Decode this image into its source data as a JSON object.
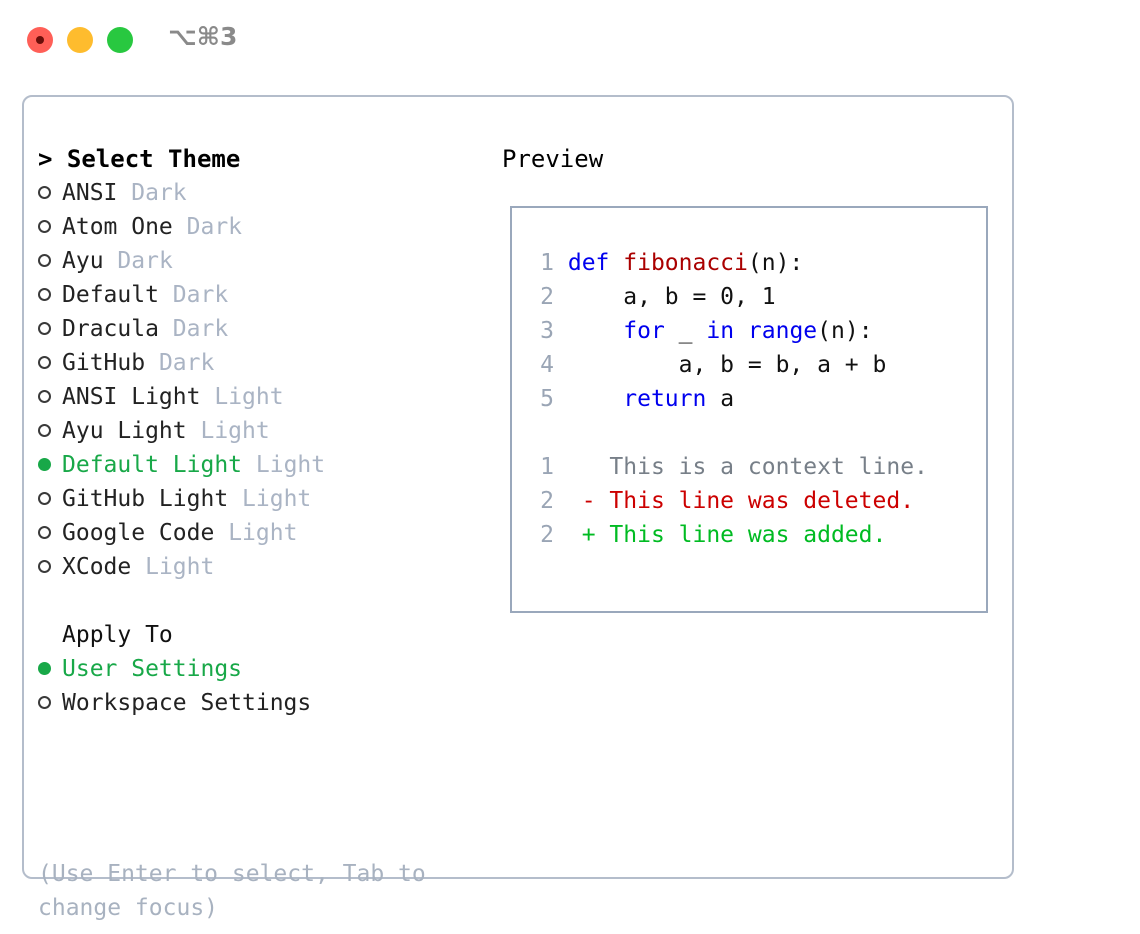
{
  "titlebar": {
    "shortcut": "⌥⌘3",
    "buttons": [
      {
        "name": "close",
        "color": "#ff5f57"
      },
      {
        "name": "minimize",
        "color": "#febc2e"
      },
      {
        "name": "maximize",
        "color": "#28c840"
      }
    ]
  },
  "theme_picker": {
    "header": "> Select Theme",
    "items": [
      {
        "label": "ANSI",
        "badge": "Dark",
        "selected": false
      },
      {
        "label": "Atom One",
        "badge": "Dark",
        "selected": false
      },
      {
        "label": "Ayu",
        "badge": "Dark",
        "selected": false
      },
      {
        "label": "Default",
        "badge": "Dark",
        "selected": false
      },
      {
        "label": "Dracula",
        "badge": "Dark",
        "selected": false
      },
      {
        "label": "GitHub",
        "badge": "Dark",
        "selected": false
      },
      {
        "label": "ANSI Light",
        "badge": "Light",
        "selected": false
      },
      {
        "label": "Ayu Light",
        "badge": "Light",
        "selected": false
      },
      {
        "label": "Default Light",
        "badge": "Light",
        "selected": true
      },
      {
        "label": "GitHub Light",
        "badge": "Light",
        "selected": false
      },
      {
        "label": "Google Code",
        "badge": "Light",
        "selected": false
      },
      {
        "label": "XCode",
        "badge": "Light",
        "selected": false
      }
    ]
  },
  "apply_to": {
    "header": "Apply To",
    "items": [
      {
        "label": "User Settings",
        "selected": true
      },
      {
        "label": "Workspace Settings",
        "selected": false
      }
    ]
  },
  "hint": "(Use Enter to select, Tab to change focus)",
  "preview": {
    "title": "Preview",
    "code_lines": [
      {
        "num": "1",
        "tokens": [
          {
            "t": "def ",
            "k": "kw"
          },
          {
            "t": "fibonacci",
            "k": "fn"
          },
          {
            "t": "(n):",
            "k": "plain"
          }
        ]
      },
      {
        "num": "2",
        "tokens": [
          {
            "t": "    a, b = 0, 1",
            "k": "plain"
          }
        ]
      },
      {
        "num": "3",
        "tokens": [
          {
            "t": "    ",
            "k": "plain"
          },
          {
            "t": "for",
            "k": "kw"
          },
          {
            "t": " _ ",
            "k": "plain"
          },
          {
            "t": "in",
            "k": "kw"
          },
          {
            "t": " ",
            "k": "plain"
          },
          {
            "t": "range",
            "k": "kw"
          },
          {
            "t": "(n):",
            "k": "plain"
          }
        ]
      },
      {
        "num": "4",
        "tokens": [
          {
            "t": "        a, b = b, a + b",
            "k": "plain"
          }
        ]
      },
      {
        "num": "5",
        "tokens": [
          {
            "t": "    ",
            "k": "plain"
          },
          {
            "t": "return",
            "k": "kw"
          },
          {
            "t": " a",
            "k": "plain"
          }
        ]
      }
    ],
    "diff_lines": [
      {
        "num": "1",
        "marker": "  ",
        "text": "This is a context line.",
        "kind": "ctx"
      },
      {
        "num": "2",
        "marker": "- ",
        "text": "This line was deleted.",
        "kind": "del"
      },
      {
        "num": "2",
        "marker": "+ ",
        "text": "This line was added.",
        "kind": "add"
      }
    ]
  },
  "colors": {
    "accent_green": "#18a848",
    "badge_gray": "#aab4c4",
    "hint_gray": "#a8b2c0",
    "border": "#b4bdcb",
    "preview_border": "#9aa8bc",
    "keyword_blue": "#0000ee",
    "function_red": "#aa0000",
    "diff_delete": "#cc0000",
    "diff_add": "#00bb22",
    "line_number": "#9aa5b5"
  }
}
